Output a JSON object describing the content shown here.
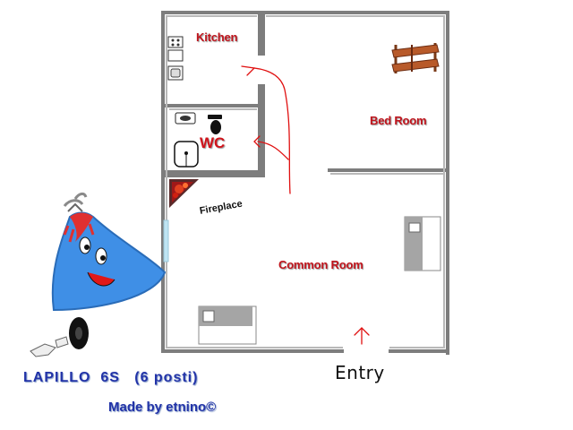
{
  "floorplan": {
    "rooms": {
      "kitchen": "Kitchen",
      "wc": "WC",
      "bedroom": "Bed Room",
      "common": "Common Room",
      "fireplace": "Fireplace"
    },
    "entry": "Entry"
  },
  "caption": {
    "title": "LAPILLO  6S   (6 posti)",
    "credit": "Made by etnino©"
  },
  "colors": {
    "wall": "#8a8a8a",
    "label_red": "#c0141c",
    "arrow_red": "#e01010",
    "caption_blue": "#2233a8",
    "mascot_blue": "#3d8ee8",
    "bed_wood": "#a0502a"
  },
  "icons": [
    "stove-icon",
    "sink-icon",
    "toilet-icon",
    "washbasin-icon",
    "bunk-bed-icon",
    "fireplace-icon",
    "bed-icon",
    "volcano-mascot-icon"
  ]
}
